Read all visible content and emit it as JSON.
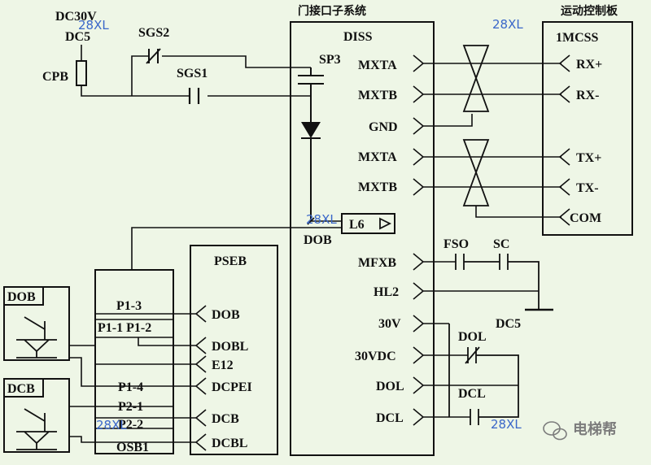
{
  "blocks": {
    "door_system_title": "门接口子系统",
    "door_system_name": "DISS",
    "motion_board_title": "运动控制板",
    "motion_board_name": "1MCSS",
    "pseb_name": "PSEB",
    "osb_name": "OSB1"
  },
  "power": {
    "dc30v": "DC30V",
    "dc5_top": "DC5",
    "cpb": "CPB",
    "sgs2": "SGS2",
    "sgs1": "SGS1",
    "sp3": "SP3",
    "dob_mid": "DOB",
    "l6": "L6"
  },
  "diss_pins": [
    "MXTA",
    "MXTB",
    "GND",
    "MXTA",
    "MXTB",
    "MFXB",
    "HL2",
    "30V",
    "30VDC",
    "DOL",
    "DCL"
  ],
  "mcss_pins": [
    "RX+",
    "RX-",
    "TX+",
    "TX-",
    "COM"
  ],
  "right_components": {
    "fso": "FSO",
    "sc": "SC",
    "dc5": "DC5",
    "dol": "DOL",
    "dcl": "DCL"
  },
  "pseb_pins": [
    "DOB",
    "DOBL",
    "E12",
    "DCPEI",
    "DCB",
    "DCBL"
  ],
  "osb_pins": [
    "P1-3",
    "P1-1 P1-2",
    "P1-4",
    "P2-1",
    "P2-2"
  ],
  "switches": {
    "dob": "DOB",
    "dcb": "DCB"
  },
  "watermark": {
    "site": "28XL",
    "brand": "电梯帮"
  }
}
